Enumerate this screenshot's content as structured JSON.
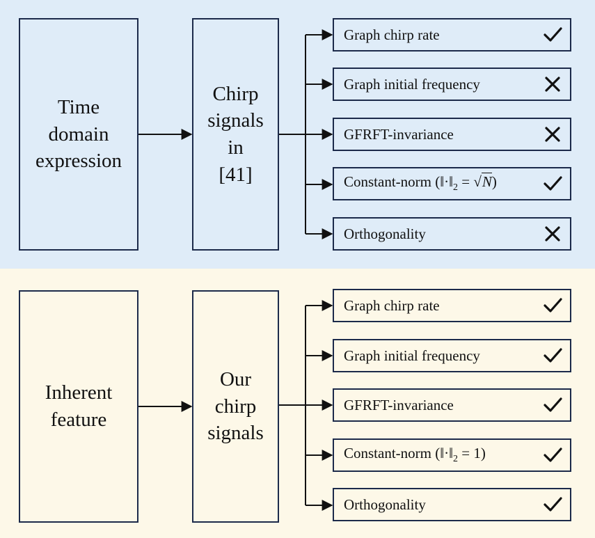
{
  "panels": [
    {
      "background": "#dfecf8",
      "source_box": "Time\ndomain\nexpression",
      "middle_box": "Chirp\nsignals\nin\n[41]",
      "properties": [
        {
          "label": "Graph chirp rate",
          "status": "check"
        },
        {
          "label": "Graph initial frequency",
          "status": "cross"
        },
        {
          "label": "GFRFT-invariance",
          "status": "cross"
        },
        {
          "label_prefix": "Constant-norm (",
          "norm_value": "N",
          "label_suffix": ")",
          "status": "check"
        },
        {
          "label": "Orthogonality",
          "status": "cross"
        }
      ]
    },
    {
      "background": "#fdf8e8",
      "source_box": "Inherent\nfeature",
      "middle_box": "Our\nchirp\nsignals",
      "properties": [
        {
          "label": "Graph chirp rate",
          "status": "check"
        },
        {
          "label": "Graph initial frequency",
          "status": "check"
        },
        {
          "label": "GFRFT-invariance",
          "status": "check"
        },
        {
          "label_prefix": "Constant-norm (",
          "norm_value": "1",
          "label_suffix": ")",
          "status": "check"
        },
        {
          "label": "Orthogonality",
          "status": "check"
        }
      ]
    }
  ],
  "colors": {
    "border": "#1c2a4a",
    "arrow": "#111111"
  }
}
